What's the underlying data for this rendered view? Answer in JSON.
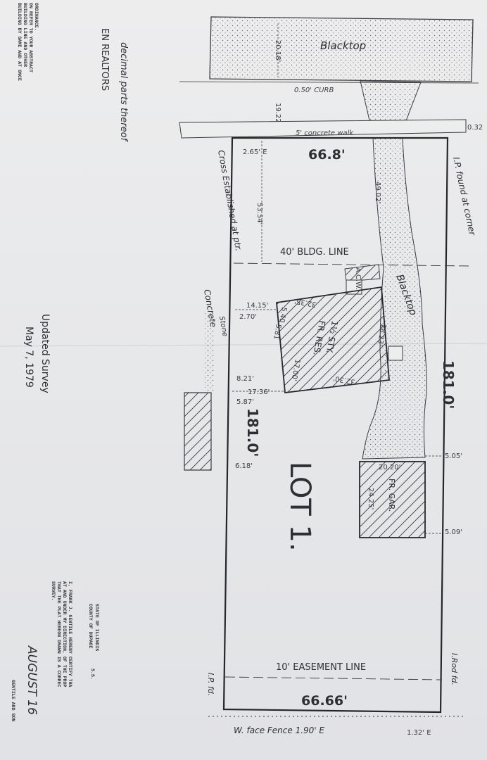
{
  "header": {
    "line1": "decimal parts thereof",
    "line2": "EN REALTORS"
  },
  "notes": {
    "line1": "ORDINANCE.",
    "line2": "ON REFER TO YOUR ABSTRACT",
    "line3": "BUILDING LINE AND OTHER",
    "line4": "BUILDING BY SAME AND AT ONCE",
    "b1": "",
    "b2": "",
    "b3": "",
    "b4": ""
  },
  "survey": {
    "updated_label": "Updated Survey",
    "updated_date": "May 7, 1979"
  },
  "cert": {
    "state": "STATE OF ILLINOIS",
    "county": "COUNTY OF DUPAGE",
    "ss": "S.S.",
    "c1": "I, FRANK J. GENTILE HEREBY CERTIFY THA",
    "c2": "AT AND UNDER MY DIRECTION, OF THE PROP",
    "c3": "THAT THE PLAT HEREON DRAWN IS A CORREC",
    "c4": "SURVEY.",
    "date": "AUGUST 16",
    "firm": "GENTILE AND SON"
  },
  "drawing": {
    "street_label": "Blacktop",
    "curb_label": "0.50' CURB",
    "walk_label": "5' concrete walk",
    "driveway_label": "Blacktop",
    "ip_corner_label": "I.P. found at corner",
    "cross_label": "Cross Established at ptr.",
    "concrete_label": "Concrete",
    "building_line_label": "40' BLDG. LINE",
    "stoop_label": "A.C.W.",
    "steps_label": "Stone",
    "house_label": {
      "story": "1½ STY.",
      "kind": "FR. RES."
    },
    "garage_label": "FR. GAR.",
    "lot_label": "LOT 1.",
    "easement_label": "10' EASEMENT LINE",
    "ip_rear_left": "I.P. fd.",
    "ip_rear_right": "I.Rod fd.",
    "fence_label": "W. face Fence 1.90' E",
    "dims": {
      "street_width": "20.18'",
      "curb_to_walk": "19.22'",
      "walk_offset": "0.32",
      "front": "66.8'",
      "front_offset": "2.65' E",
      "walk_to_bldg_line": "53.54'",
      "walk_to_garage_drive": "49.02'",
      "house_back": "32.35'",
      "house_front": "32.30'",
      "house_right": "28.23'",
      "house_left": "17.00'",
      "house_jog_a": "5.40",
      "house_jog_b": "5.81",
      "side_a": "14.15'",
      "side_b": "2.70'",
      "side_c": "8.21'",
      "side_d": "17.36'",
      "side_e": "5.87'",
      "side_f": "6.18'",
      "side_length_left": "181.0'",
      "side_length_right": "181.0'",
      "garage_width": "20.20'",
      "garage_depth": "24.25'",
      "garage_side_a": "5.05'",
      "garage_side_b": "5.09'",
      "rear": "66.66'",
      "fence_offset": "1.32' E"
    }
  }
}
